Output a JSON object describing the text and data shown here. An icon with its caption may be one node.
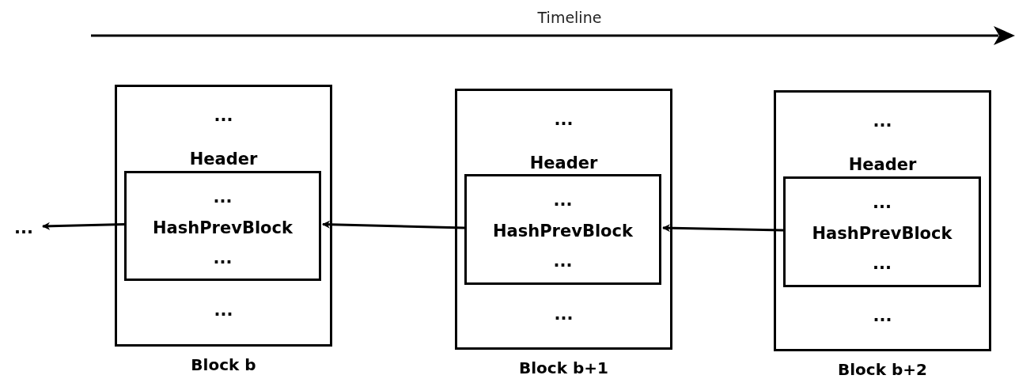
{
  "diagram": {
    "nodes": [
      {
        "text": [
          "..."
        ]
      },
      {
        "text": [
          "...",
          "Header",
          "..."
        ],
        "beside": [
          "Block b"
        ]
      },
      {
        "text": [
          "...",
          "HashPrevBlock",
          "..."
        ],
        "in": 1
      },
      {
        "text": [
          "...",
          "Header",
          "..."
        ],
        "beside": [
          "Block b+1"
        ]
      },
      {
        "text": [
          "...",
          "HashPrevBlock",
          "..."
        ],
        "in": 3
      },
      {
        "text": [
          "...",
          "Header",
          "..."
        ],
        "beside": [
          "Block b+2"
        ]
      },
      {
        "text": [
          "...",
          "HashPrevBlock",
          "..."
        ],
        "in": 5
      }
    ],
    "edges": [
      {
        "from": 2,
        "to": 0,
        "arrow": "to"
      },
      {
        "from": 4,
        "to": 2,
        "arrow": "to"
      },
      {
        "from": 6,
        "to": 4,
        "arrow": "to"
      }
    ],
    "labels": [
      "Timeline"
    ]
  }
}
